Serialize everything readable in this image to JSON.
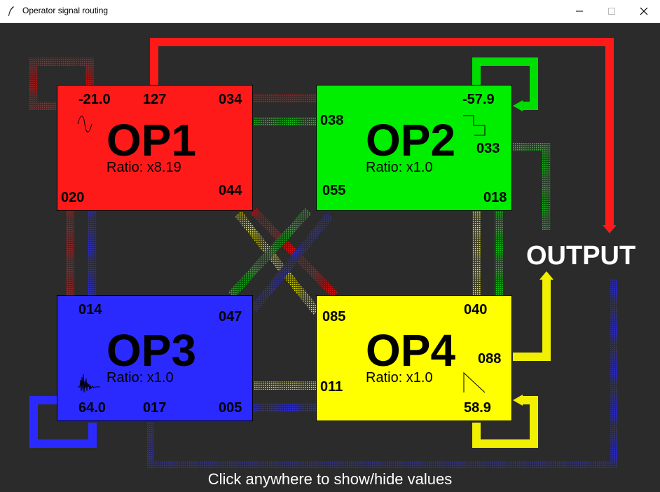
{
  "window": {
    "title": "Operator signal routing"
  },
  "output_label": "OUTPUT",
  "hint": "Click anywhere to show/hide values",
  "operators": {
    "op1": {
      "name": "OP1",
      "ratio": "Ratio: x8.19",
      "color": "#ff1a1a",
      "waveform": "sine-wave-icon",
      "values": {
        "a": "-21.0",
        "b": "127",
        "c": "034",
        "d": "044",
        "e": "020"
      }
    },
    "op2": {
      "name": "OP2",
      "ratio": "Ratio: x1.0",
      "color": "#00ee00",
      "waveform": "square-wave-icon",
      "values": {
        "a": "-57.9",
        "b": "038",
        "c": "033",
        "d": "055",
        "e": "018"
      }
    },
    "op3": {
      "name": "OP3",
      "ratio": "Ratio: x1.0",
      "color": "#2a2aff",
      "waveform": "noise-wave-icon",
      "values": {
        "a": "014",
        "b": "047",
        "c": "64.0",
        "d": "017",
        "e": "005"
      }
    },
    "op4": {
      "name": "OP4",
      "ratio": "Ratio: x1.0",
      "color": "#ffff00",
      "waveform": "sawtooth-wave-icon",
      "values": {
        "a": "085",
        "b": "040",
        "c": "088",
        "d": "011",
        "e": "58.9"
      }
    }
  }
}
